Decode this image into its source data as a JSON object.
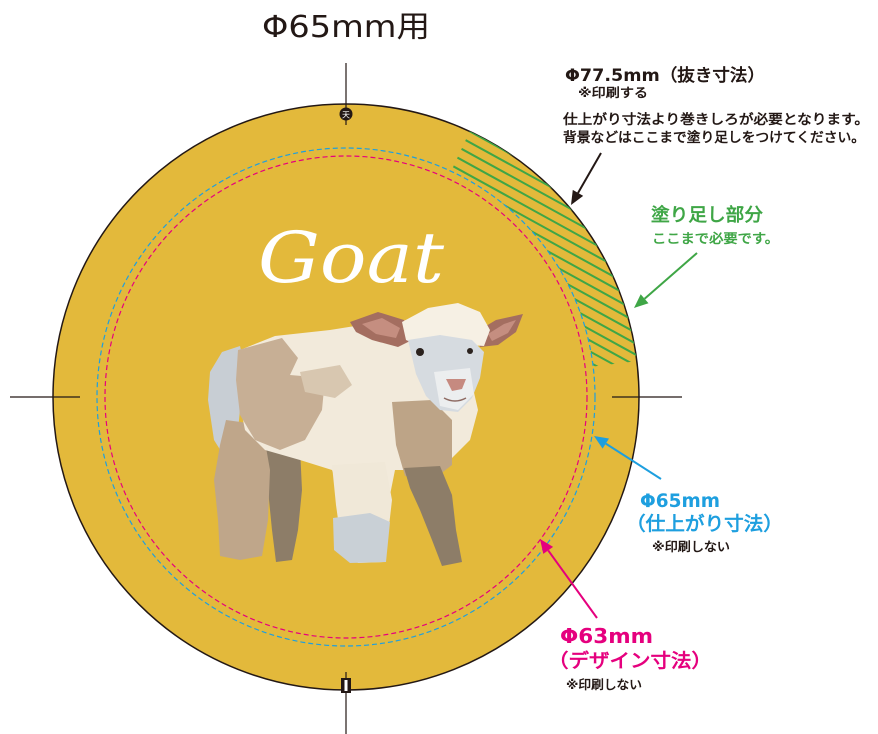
{
  "title": "Φ65mm用",
  "colors": {
    "ink": "#231815",
    "badge_fill": "#E3B93B",
    "bleed": "#3FA646",
    "trim": "#1E9FDF",
    "design": "#E5007E",
    "design_text": "#FFFFFF"
  },
  "badge": {
    "design_text": "Goat",
    "top_marker": "天"
  },
  "annotations": {
    "cut": {
      "label": "Φ77.5mm（抜き寸法）",
      "note": "※印刷する",
      "description": [
        "仕上がり寸法より巻きしろが必要となります。",
        "背景などはここまで塗り足しをつけてください。"
      ]
    },
    "bleed": {
      "label": "塗り足し部分",
      "note": "ここまで必要です。"
    },
    "trim": {
      "label": "Φ65mm",
      "label_sub": "（仕上がり寸法）",
      "note": "※印刷しない"
    },
    "design": {
      "label": "Φ63mm",
      "label_sub": "（デザイン寸法）",
      "note": "※印刷しない"
    }
  }
}
